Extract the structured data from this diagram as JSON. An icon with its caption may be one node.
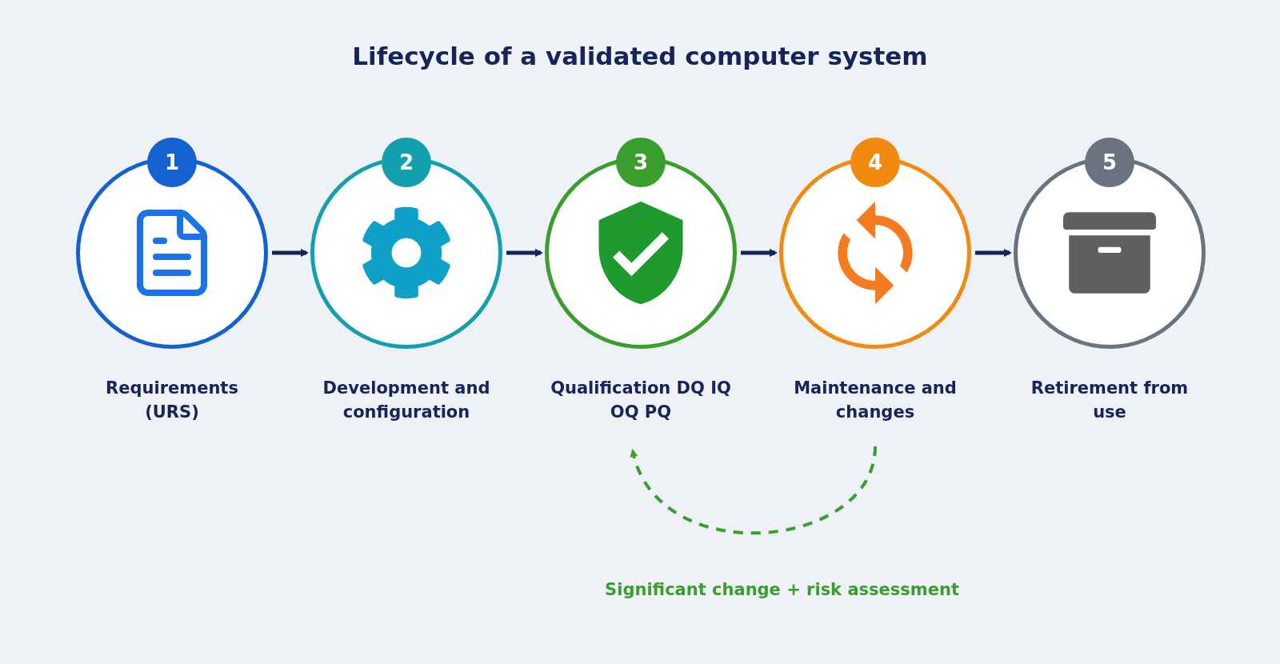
{
  "diagram": {
    "title": "Lifecycle of a validated computer system",
    "nodes": [
      {
        "text": [
          "1",
          "Requirements (URS)"
        ]
      },
      {
        "text": [
          "2",
          "Development and configuration"
        ]
      },
      {
        "text": [
          "3",
          "Qualification DQ IQ OQ PQ"
        ]
      },
      {
        "text": [
          "4",
          "Maintenance and changes"
        ]
      },
      {
        "text": [
          "5",
          "Retirement from use"
        ]
      }
    ],
    "edges": [
      {
        "from": 0,
        "to": 1,
        "arrow": "to"
      },
      {
        "from": 1,
        "to": 2,
        "arrow": "to"
      },
      {
        "from": 2,
        "to": 3,
        "arrow": "to"
      },
      {
        "from": 3,
        "to": 4,
        "arrow": "to"
      },
      {
        "from": 3,
        "to": 2,
        "arrow": "to",
        "style": "dashed",
        "color": "#3a9e2e",
        "label": "Significant change + risk assessment"
      }
    ]
  }
}
